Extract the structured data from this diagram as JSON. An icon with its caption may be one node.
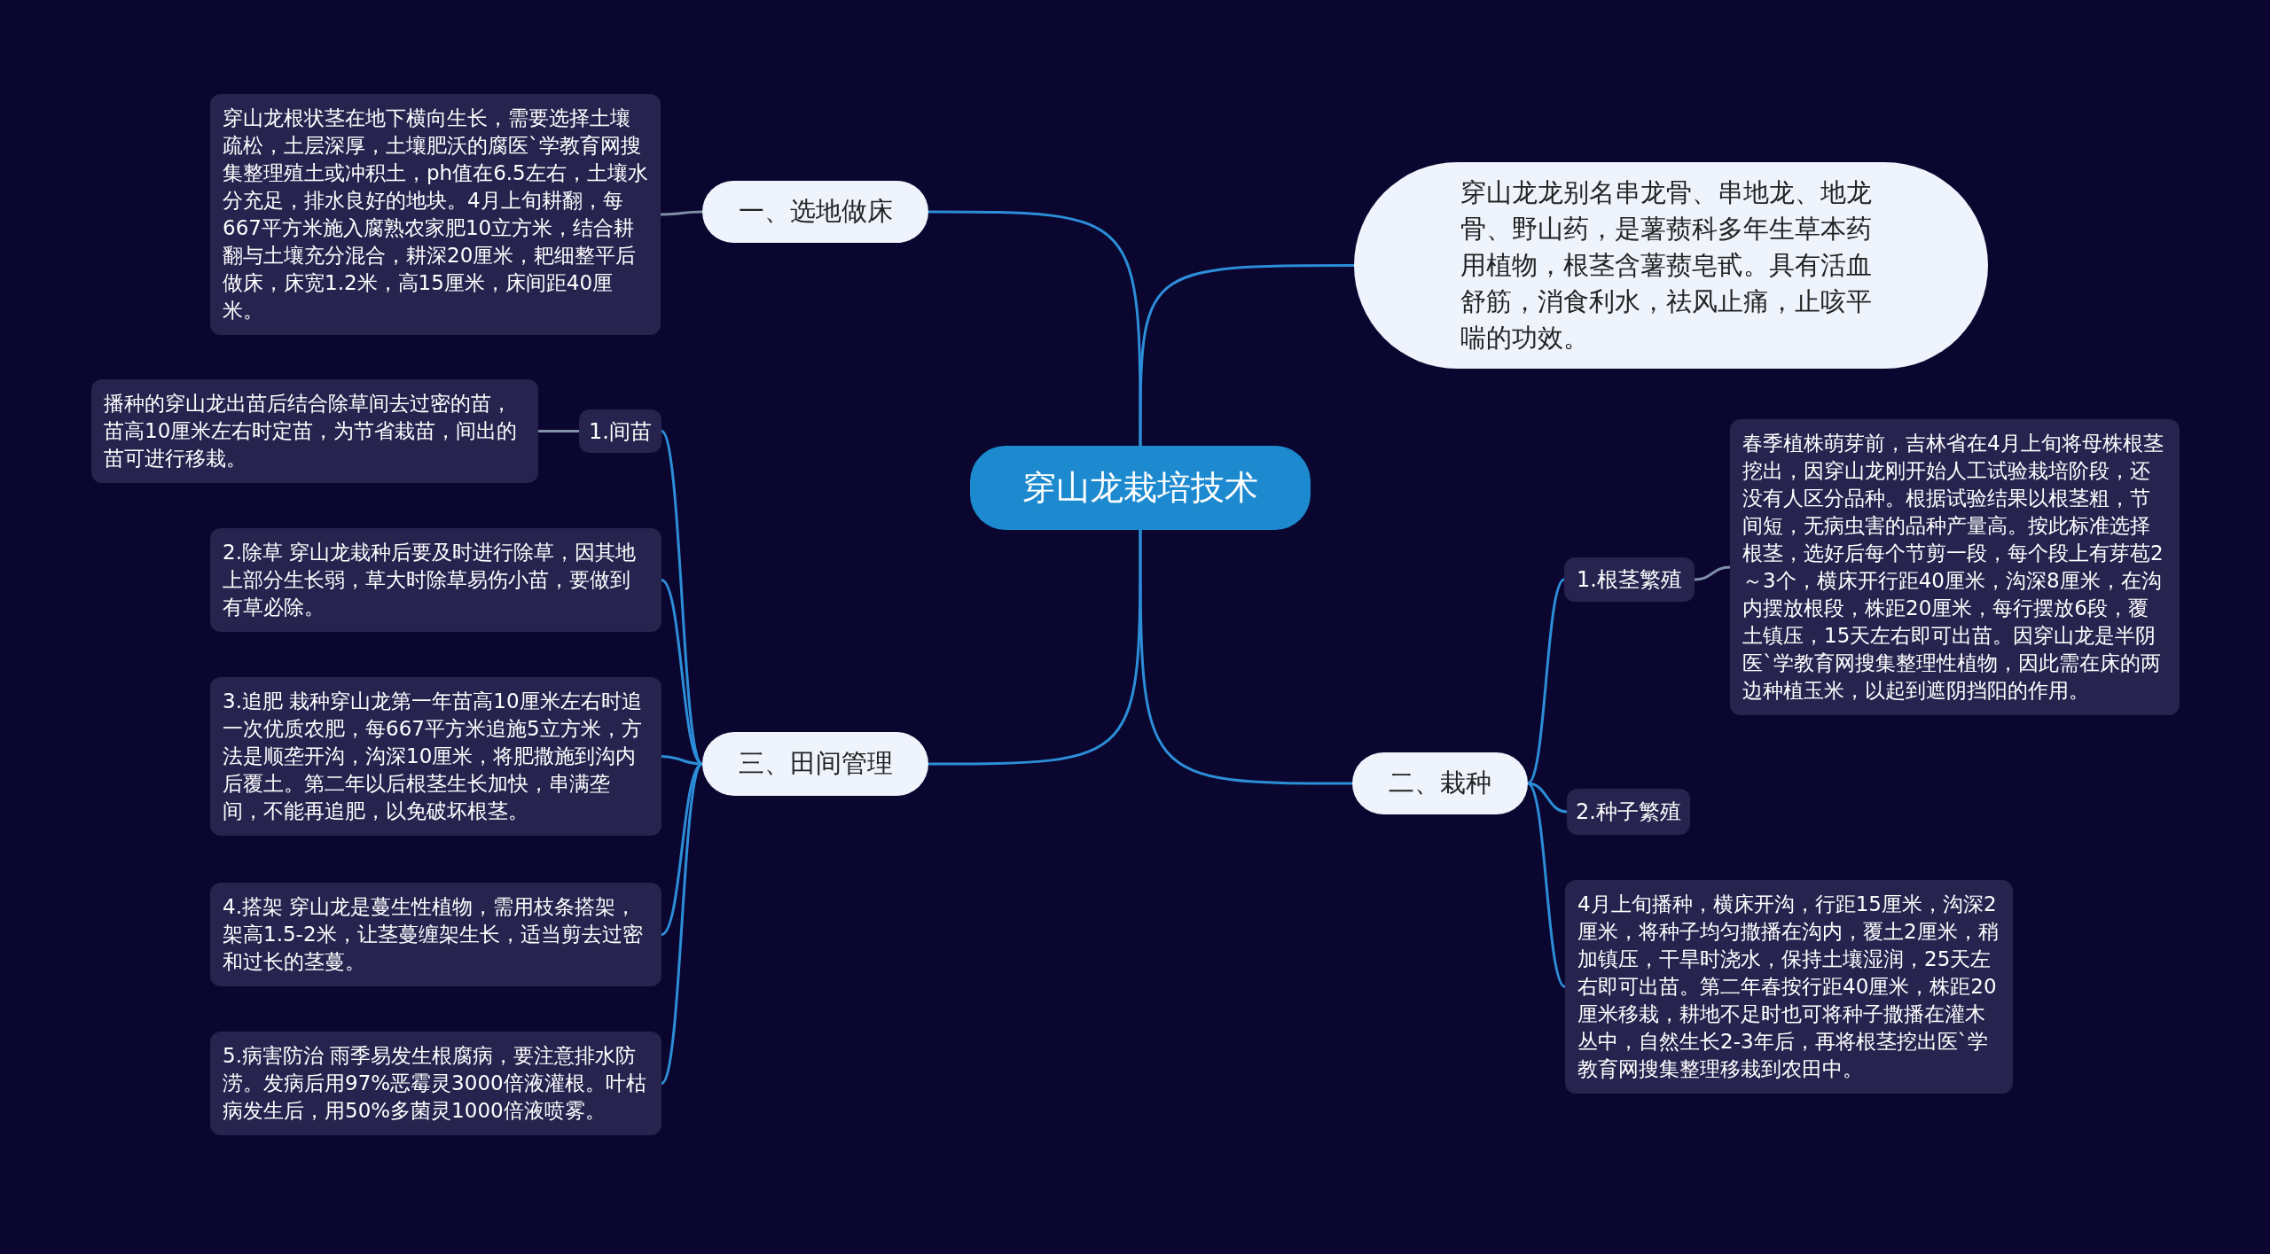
{
  "diagram": {
    "nodes": [
      {
        "text": [
          "穿山龙栽培技术"
        ]
      },
      {
        "text": [
          "一、选地做床"
        ]
      },
      {
        "text": [
          "穿山龙根状茎在地下横向生长，需要选择土壤疏松，土层深厚，土壤肥沃的腐医`学教育网搜集整理殖土或冲积土，ph值在6.5左右，土壤水分充足，排水良好的地块。4月上旬耕翻，每667平方米施入腐熟农家肥10立方米，结合耕翻与土壤充分混合，耕深20厘米，耙细整平后做床，床宽1.2米，高15厘米，床间距40厘米。"
        ]
      },
      {
        "text": [
          "穿山龙龙别名串龙骨、串地龙、地龙骨、野山药，是薯蓣科多年生草本药用植物，根茎含薯蓣皂甙。具有活血舒筋，消食利水，祛风止痛，止咳平喘的功效。"
        ]
      },
      {
        "text": [
          "二、栽种"
        ]
      },
      {
        "text": [
          "1.根茎繁殖"
        ]
      },
      {
        "text": [
          "春季植株萌芽前，吉林省在4月上旬将母株根茎挖出，因穿山龙刚开始人工试验栽培阶段，还没有人区分品种。根据试验结果以根茎粗，节间短，无病虫害的品种产量高。按此标准选择根茎，选好后每个节剪一段，每个段上有芽苞2～3个，横床开行距40厘米，沟深8厘米，在沟内摆放根段，株距20厘米，每行摆放6段，覆土镇压，15天左右即可出苗。因穿山龙是半阴医`学教育网搜集整理性植物，因此需在床的两边种植玉米，以起到遮阴挡阳的作用。"
        ]
      },
      {
        "text": [
          "2.种子繁殖"
        ]
      },
      {
        "text": [
          "4月上旬播种，横床开沟，行距15厘米，沟深2厘米，将种子均匀撒播在沟内，覆土2厘米，稍加镇压，干旱时浇水，保持土壤湿润，25天左右即可出苗。第二年春按行距40厘米，株距20厘米移栽，耕地不足时也可将种子撒播在灌木丛中，自然生长2-3年后，再将根茎挖出医`学教育网搜集整理移栽到农田中。"
        ]
      },
      {
        "text": [
          "三、田间管理"
        ]
      },
      {
        "text": [
          "1.间苗"
        ]
      },
      {
        "text": [
          "播种的穿山龙出苗后结合除草间去过密的苗，苗高10厘米左右时定苗，为节省栽苗，间出的苗可进行移栽。"
        ]
      },
      {
        "text": [
          "2.除草 穿山龙栽种后要及时进行除草，因其地上部分生长弱，草大时除草易伤小苗，要做到有草必除。"
        ]
      },
      {
        "text": [
          "3.追肥 栽种穿山龙第一年苗高10厘米左右时追一次优质农肥，每667平方米追施5立方米，方法是顺垄开沟，沟深10厘米，将肥撒施到沟内后覆土。第二年以后根茎生长加快，串满垄间，不能再追肥，以免破坏根茎。"
        ]
      },
      {
        "text": [
          "4.搭架 穿山龙是蔓生性植物，需用枝条搭架，架高1.5-2米，让茎蔓缠架生长，适当剪去过密和过长的茎蔓。"
        ]
      },
      {
        "text": [
          "5.病害防治 雨季易发生根腐病，要注意排水防涝。发病后用97%恶霉灵3000倍液灌根。叶枯病发生后，用50%多菌灵1000倍液喷雾。"
        ]
      }
    ],
    "edges": [
      {
        "from": 0,
        "to": 1,
        "arrow": "none"
      },
      {
        "from": 1,
        "to": 2,
        "arrow": "none",
        "color": "#7f8fa8"
      },
      {
        "from": 0,
        "to": 3,
        "arrow": "none"
      },
      {
        "from": 0,
        "to": 4,
        "arrow": "none"
      },
      {
        "from": 4,
        "to": 5,
        "arrow": "none"
      },
      {
        "from": 5,
        "to": 6,
        "arrow": "none",
        "color": "#7f8fa8"
      },
      {
        "from": 4,
        "to": 7,
        "arrow": "none"
      },
      {
        "from": 4,
        "to": 8,
        "arrow": "none"
      },
      {
        "from": 0,
        "to": 9,
        "arrow": "none"
      },
      {
        "from": 9,
        "to": 10,
        "arrow": "none"
      },
      {
        "from": 10,
        "to": 11,
        "arrow": "none",
        "color": "#7f8fa8"
      },
      {
        "from": 9,
        "to": 12,
        "arrow": "none"
      },
      {
        "from": 9,
        "to": 13,
        "arrow": "none"
      },
      {
        "from": 9,
        "to": 14,
        "arrow": "none"
      },
      {
        "from": 9,
        "to": 15,
        "arrow": "none"
      }
    ]
  }
}
